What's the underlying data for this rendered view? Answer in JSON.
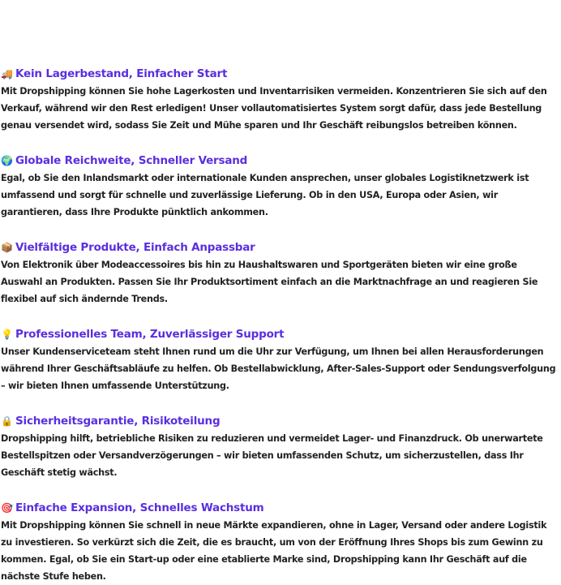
{
  "sections": [
    {
      "icon": "🚚",
      "icon_name": "truck-icon",
      "title": "Kein Lagerbestand, Einfacher Start",
      "body": "Mit Dropshipping können Sie hohe Lagerkosten und Inventarrisiken vermeiden. Konzentrieren Sie sich auf den Verkauf, während wir den Rest erledigen! Unser vollautomatisiertes System sorgt dafür, dass jede Bestellung genau versendet wird, sodass Sie Zeit und Mühe sparen und Ihr Geschäft reibungslos betreiben können."
    },
    {
      "icon": "🌍",
      "icon_name": "globe-icon",
      "title": "Globale Reichweite, Schneller Versand",
      "body": "Egal, ob Sie den Inlandsmarkt oder internationale Kunden ansprechen, unser globales Logistiknetzwerk ist umfassend und sorgt für schnelle und zuverlässige Lieferung. Ob in den USA, Europa oder Asien, wir garantieren, dass Ihre Produkte pünktlich ankommen."
    },
    {
      "icon": "📦",
      "icon_name": "package-icon",
      "title": "Vielfältige Produkte, Einfach Anpassbar",
      "body": "Von Elektronik über Modeaccessoires bis hin zu Haushaltswaren und Sportgeräten bieten wir eine große Auswahl an Produkten. Passen Sie Ihr Produktsortiment einfach an die Marktnachfrage an und reagieren Sie flexibel auf sich ändernde Trends."
    },
    {
      "icon": "💡",
      "icon_name": "lightbulb-icon",
      "title": "Professionelles Team, Zuverlässiger Support",
      "body": "Unser Kundenserviceteam steht Ihnen rund um die Uhr zur Verfügung, um Ihnen bei allen Herausforderungen während Ihrer Geschäftsabläufe zu helfen. Ob Bestellabwicklung, After-Sales-Support oder Sendungsverfolgung – wir bieten Ihnen umfassende Unterstützung."
    },
    {
      "icon": "🔒",
      "icon_name": "lock-icon",
      "title": "Sicherheitsgarantie, Risikoteilung",
      "body": "Dropshipping hilft, betriebliche Risiken zu reduzieren und vermeidet Lager- und Finanzdruck. Ob unerwartete Bestellspitzen oder Versandverzögerungen – wir bieten umfassenden Schutz, um sicherzustellen, dass Ihr Geschäft stetig wächst."
    },
    {
      "icon": "🎯",
      "icon_name": "target-icon",
      "title": "Einfache Expansion, Schnelles Wachstum",
      "body": "Mit Dropshipping können Sie schnell in neue Märkte expandieren, ohne in Lager, Versand oder andere Logistik zu investieren. So verkürzt sich die Zeit, die es braucht, um von der Eröffnung Ihres Shops bis zum Gewinn zu kommen. Egal, ob Sie ein Start-up oder eine etablierte Marke sind, Dropshipping kann Ihr Geschäft auf die nächste Stufe heben."
    }
  ],
  "colors": {
    "title": "#5a2ee0",
    "body": "#222222"
  }
}
